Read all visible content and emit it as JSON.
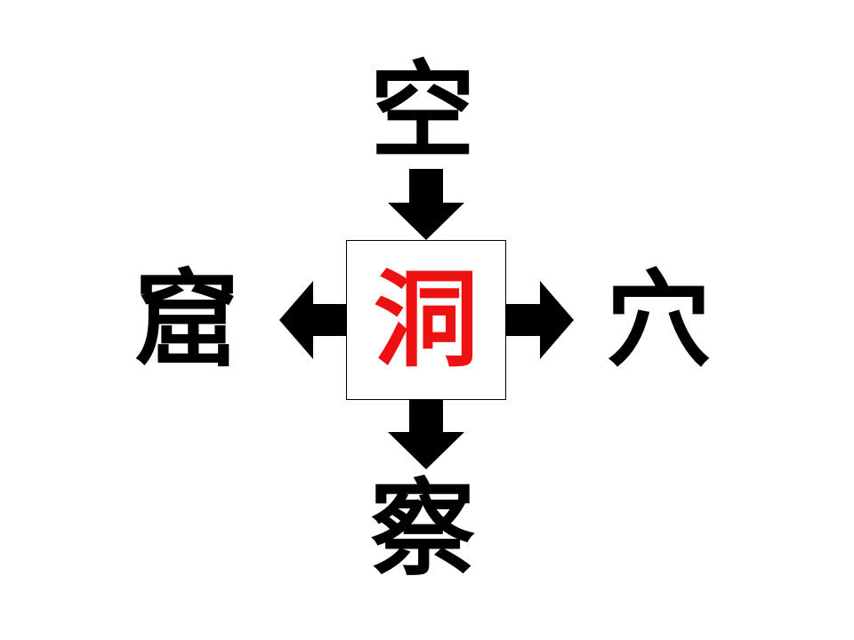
{
  "puzzle": {
    "top": "空",
    "left": "窟",
    "right": "穴",
    "bottom": "察",
    "center": "洞"
  },
  "colors": {
    "text": "#000000",
    "center_text": "#ee1111",
    "arrow": "#000000",
    "box_border": "#000000",
    "background": "#ffffff"
  },
  "arrows": {
    "top_to_center": "down",
    "center_to_left": "left",
    "center_to_right": "right",
    "center_to_bottom": "down"
  }
}
